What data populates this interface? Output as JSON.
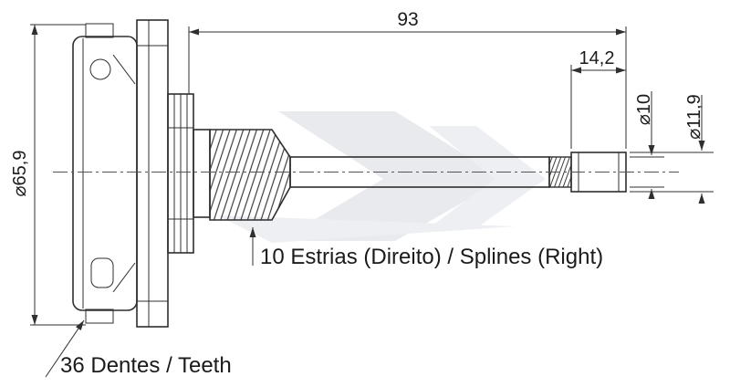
{
  "diagram": {
    "dimensions": {
      "overall_length": "93",
      "end_length": "14,2",
      "shaft_diameter": "⌀10",
      "end_diameter": "⌀11,9",
      "gear_diameter": "⌀65,9"
    },
    "labels": {
      "splines": "10 Estrias (Direito) / Splines (Right)",
      "teeth": "36 Dentes / Teeth"
    },
    "colors": {
      "line": "#2f2f2f",
      "text": "#1b1b1b",
      "watermark": "#e8eaed",
      "background": "#ffffff"
    }
  }
}
